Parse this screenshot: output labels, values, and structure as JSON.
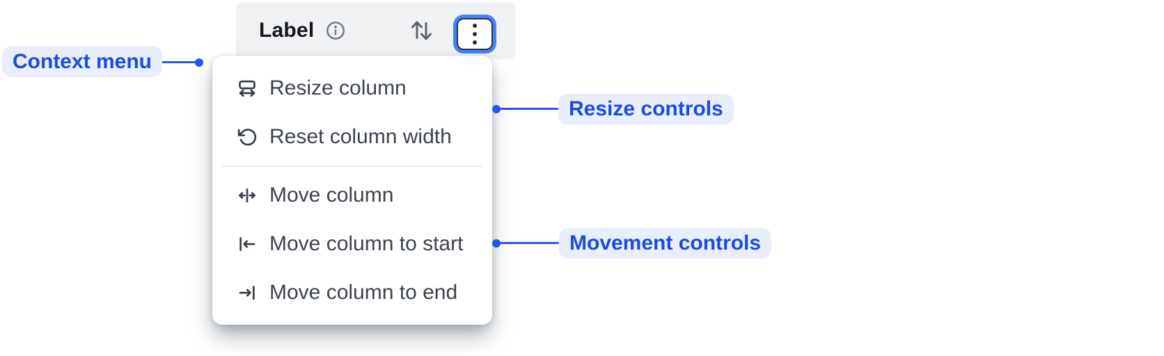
{
  "header": {
    "column_label": "Label",
    "icons": {
      "info": "info-icon",
      "sort": "sort-arrows-icon",
      "menu": "kebab-menu-icon"
    }
  },
  "context_menu": {
    "items": [
      {
        "label": "Resize column",
        "icon": "resize-column-icon",
        "group": "resize"
      },
      {
        "label": "Reset column width",
        "icon": "reset-width-icon",
        "group": "resize"
      },
      {
        "label": "Move column",
        "icon": "move-column-icon",
        "group": "movement"
      },
      {
        "label": "Move column to start",
        "icon": "move-to-start-icon",
        "group": "movement"
      },
      {
        "label": "Move column to end",
        "icon": "move-to-end-icon",
        "group": "movement"
      }
    ],
    "divider_after_index": 1
  },
  "annotations": {
    "context_menu": {
      "label": "Context menu"
    },
    "resize_controls": {
      "label": "Resize controls"
    },
    "movement_controls": {
      "label": "Movement controls"
    }
  },
  "colors": {
    "annotation_text": "#1b4ddd",
    "annotation_pill_bg": "#e8eefc",
    "connector_blue": "#2258e8",
    "focus_ring_blue": "#4781f6",
    "header_bg": "#f0f1f3",
    "header_text": "#15181d",
    "menu_bg": "#ffffff",
    "menu_text": "#3c434d",
    "menu_icon": "#333a45",
    "info_icon_gray": "#71777f",
    "sort_icon_gray": "#5a626c",
    "divider": "#e7e9ec"
  }
}
